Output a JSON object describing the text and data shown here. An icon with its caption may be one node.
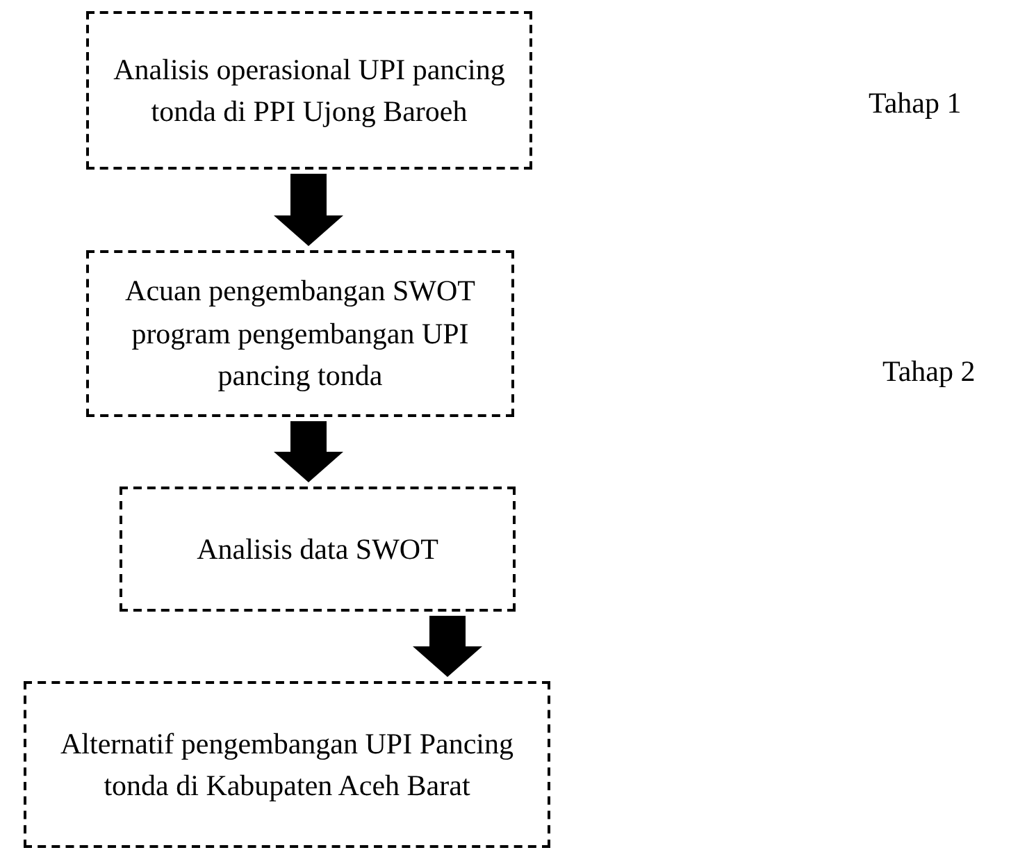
{
  "diagram": {
    "nodes": [
      {
        "text": [
          "Analisis operasional UPI pancing tonda di PPI Ujong Baroeh"
        ]
      },
      {
        "text": [
          "Acuan pengembangan SWOT program pengembangan UPI pancing tonda"
        ]
      },
      {
        "text": [
          "Analisis data SWOT"
        ]
      },
      {
        "text": [
          "Alternatif pengembangan UPI Pancing tonda di Kabupaten Aceh Barat"
        ]
      }
    ],
    "edges": [
      {
        "from": 0,
        "to": 1,
        "arrow": "to",
        "style": "thick"
      },
      {
        "from": 1,
        "to": 2,
        "arrow": "to",
        "style": "thick"
      },
      {
        "from": 2,
        "to": 3,
        "arrow": "to",
        "style": "thick"
      }
    ],
    "labels": [
      "Tahap 1",
      "Tahap 2"
    ]
  }
}
